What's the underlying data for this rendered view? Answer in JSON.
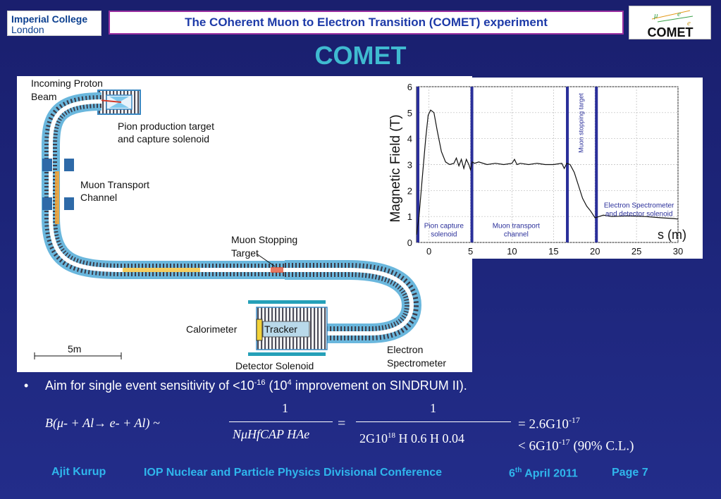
{
  "header": {
    "logo_left_line1": "Imperial College",
    "logo_left_line2": "London",
    "banner_title": "The COherent Muon to Electron Transition (COMET) experiment",
    "logo_right_text": "COMET",
    "logo_right_particles": [
      "μ",
      "e",
      "e"
    ]
  },
  "slide_title": "COMET",
  "diagram": {
    "labels": {
      "incoming_beam": [
        "Incoming Proton",
        "Beam"
      ],
      "pion_target": [
        "Pion production target",
        "and capture solenoid"
      ],
      "muon_transport": [
        "Muon Transport",
        "Channel"
      ],
      "muon_stopping": [
        "Muon Stopping",
        "Target"
      ],
      "calorimeter": "Calorimeter",
      "tracker": "Tracker",
      "scale": "5m",
      "detector_solenoid": "Detector Solenoid",
      "electron_spectrometer": [
        "Electron",
        "Spectrometer"
      ]
    }
  },
  "chart_data": {
    "type": "line",
    "xlabel": "s (m)",
    "ylabel": "Magnetic Field (T)",
    "xlim": [
      -1.5,
      30
    ],
    "ylim": [
      0,
      6
    ],
    "x_ticks": [
      0,
      5,
      10,
      15,
      20,
      25,
      30
    ],
    "y_ticks": [
      0,
      1,
      2,
      3,
      4,
      5,
      6
    ],
    "grid": true,
    "section_lines": [
      -1.5,
      5,
      16.5,
      20
    ],
    "annotations": [
      {
        "text": [
          "Pion capture",
          "solenoid"
        ],
        "x": 1.8,
        "y": 0.55
      },
      {
        "text": [
          "Muon transport",
          "channel"
        ],
        "x": 10.5,
        "y": 0.55
      },
      {
        "text": [
          "Muon stopping target"
        ],
        "x": 18.6,
        "y": 4.6,
        "rotated": true
      },
      {
        "text": [
          "Electron Spectrometer",
          "and detector solenoid"
        ],
        "x": 25.3,
        "y": 1.35
      }
    ],
    "series": [
      {
        "x": [
          -1.5,
          -1.2,
          -0.8,
          -0.4,
          -0.1,
          0.2,
          0.6,
          1.0,
          1.5,
          2.0,
          2.5,
          3.0,
          3.3,
          3.6,
          3.9,
          4.2,
          4.5,
          4.8,
          5.0,
          5.2,
          5.5,
          6,
          7,
          8,
          9,
          10,
          10.3,
          10.6,
          11,
          12,
          13,
          14,
          15,
          16,
          16.3,
          16.6,
          17,
          17.5,
          18,
          18.5,
          19,
          19.5,
          20,
          20.5,
          21,
          22,
          24,
          26,
          28,
          29.5,
          30
        ],
        "y": [
          0.3,
          1.0,
          2.5,
          4.0,
          4.9,
          5.1,
          5.0,
          4.3,
          3.5,
          3.1,
          3.0,
          3.05,
          3.25,
          2.95,
          3.2,
          2.85,
          3.2,
          3.0,
          2.8,
          3.1,
          3.05,
          3.1,
          3.0,
          3.05,
          3.0,
          3.05,
          3.2,
          3.0,
          3.05,
          3.0,
          3.05,
          3.0,
          3.0,
          3.05,
          2.85,
          3.05,
          3.0,
          2.7,
          2.2,
          1.7,
          1.4,
          1.2,
          0.95,
          1.0,
          1.05,
          1.0,
          1.02,
          1.0,
          0.95,
          0.92,
          0.9
        ]
      }
    ]
  },
  "bullet": {
    "marker": "•",
    "text_before": "Aim for single event sensitivity of <10",
    "sup1": "-16",
    "text_middle": " (10",
    "sup2": "4",
    "text_after": " improvement on SINDRUM II)."
  },
  "equation": {
    "lhs": "B(μ- + Al→ e- + Al) ~",
    "num1": "1",
    "den1": "NμHfCAP HAe",
    "equals": "=",
    "num2": "1",
    "den2": "2G10",
    "den2_sup": "18",
    "den2_rest": "H 0.6 H 0.04",
    "result1": "= 2.6G10",
    "result1_sup": "-17",
    "result2": "< 6G10",
    "result2_sup": "-17",
    "result2_note": "(90% C.L.)"
  },
  "footer": {
    "author": "Ajit Kurup",
    "conference": "IOP Nuclear and Particle Physics Divisional Conference",
    "date_pre": "6",
    "date_sup": "th",
    "date_post": " April 2011",
    "page": "Page 7"
  },
  "colors": {
    "background": "#1c2478",
    "title_cyan": "#3fbad0",
    "banner_text": "#1d3aa8",
    "banner_border": "#9a2fa0",
    "footer": "#2fb6ec",
    "section_line": "#2a2f9a"
  }
}
